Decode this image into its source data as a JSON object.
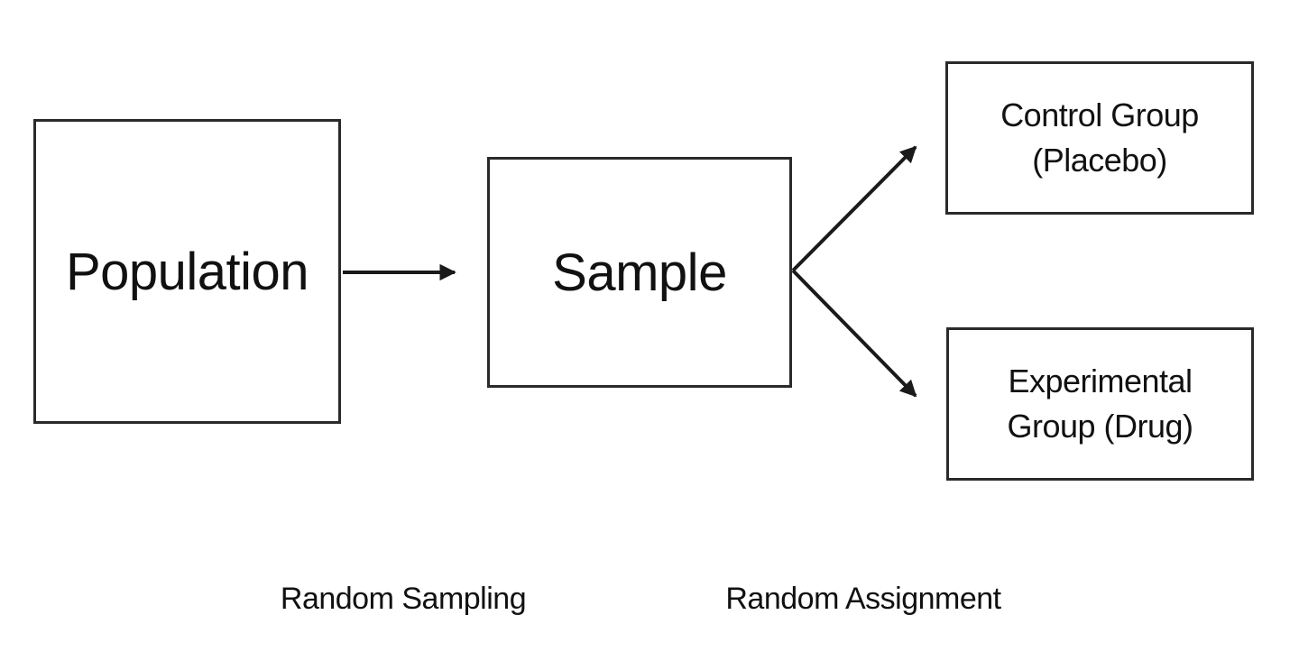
{
  "colors": {
    "background": "#ffffff",
    "line_color": "#1a1a1a",
    "text_color": "#111111",
    "box_border_color": "#2a2a2a",
    "box_fill": "#ffffff"
  },
  "nodes": {
    "population": {
      "label": "Population"
    },
    "sample": {
      "label": "Sample"
    },
    "control_group": {
      "line1": "Control Group",
      "line2": "(Placebo)"
    },
    "experimental_group": {
      "line1": "Experimental",
      "line2": "Group (Drug)"
    }
  },
  "arrows": [
    {
      "name": "population-to-sample",
      "from": "Population",
      "to": "Sample"
    },
    {
      "name": "sample-to-control",
      "from": "Sample",
      "to": "Control Group (Placebo)"
    },
    {
      "name": "sample-to-experimental",
      "from": "Sample",
      "to": "Experimental Group (Drug)"
    }
  ],
  "captions": {
    "random_sampling": "Random Sampling",
    "random_assignment": "Random Assignment"
  }
}
